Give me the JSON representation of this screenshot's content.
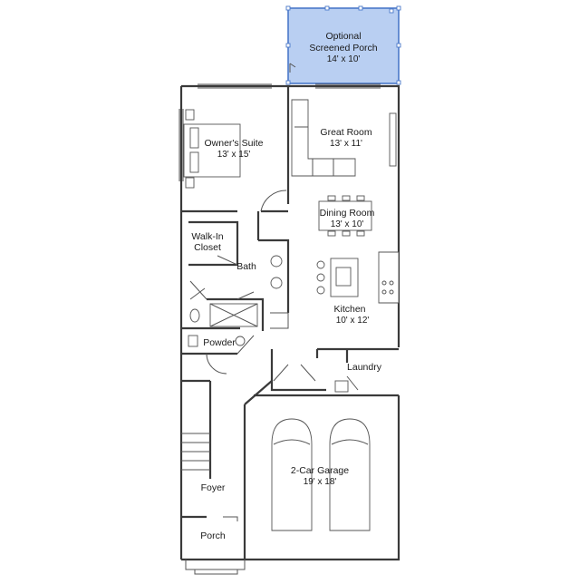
{
  "plan": {
    "porch_option": {
      "line1": "Optional",
      "line2": "Screened Porch",
      "size": "14' x 10'"
    },
    "rooms": {
      "owners_suite": {
        "name": "Owner's Suite",
        "size": "13' x 15'"
      },
      "great_room": {
        "name": "Great Room",
        "size": "13' x 11'"
      },
      "dining_room": {
        "name": "Dining Room",
        "size": "13' x 10'"
      },
      "walk_in_closet": {
        "line1": "Walk-In",
        "line2": "Closet"
      },
      "bath": {
        "name": "Bath"
      },
      "kitchen": {
        "name": "Kitchen",
        "size": "10' x 12'"
      },
      "powder": {
        "name": "Powder"
      },
      "laundry": {
        "name": "Laundry"
      },
      "garage": {
        "name": "2-Car Garage",
        "size": "19' x 18'"
      },
      "foyer": {
        "name": "Foyer"
      },
      "porch": {
        "name": "Porch"
      }
    },
    "colors": {
      "optional_fill": "#b9cff2",
      "optional_stroke": "#4a78c9",
      "wall": "#3a3a3a"
    }
  }
}
